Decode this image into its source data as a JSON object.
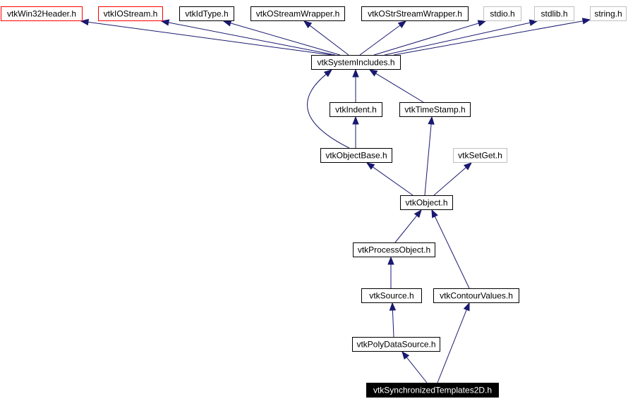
{
  "colors": {
    "edge": "#191970",
    "box_normal": "#000000",
    "box_missing": "#bfbfbf",
    "box_external": "#ff0000",
    "box_root_fill": "#000000",
    "box_root_text": "#ffffff"
  },
  "nodes": [
    {
      "id": "vtkWin32Header",
      "label": "vtkWin32Header.h",
      "style": "external"
    },
    {
      "id": "vtkIOStream",
      "label": "vtkIOStream.h",
      "style": "external"
    },
    {
      "id": "vtkIdType",
      "label": "vtkIdType.h",
      "style": "normal"
    },
    {
      "id": "vtkOStreamWrapper",
      "label": "vtkOStreamWrapper.h",
      "style": "normal"
    },
    {
      "id": "vtkOStrStreamWrapper",
      "label": "vtkOStrStreamWrapper.h",
      "style": "normal"
    },
    {
      "id": "stdio",
      "label": "stdio.h",
      "style": "missing"
    },
    {
      "id": "stdlib",
      "label": "stdlib.h",
      "style": "missing"
    },
    {
      "id": "string",
      "label": "string.h",
      "style": "missing"
    },
    {
      "id": "vtkSystemIncludes",
      "label": "vtkSystemIncludes.h",
      "style": "normal"
    },
    {
      "id": "vtkIndent",
      "label": "vtkIndent.h",
      "style": "normal"
    },
    {
      "id": "vtkTimeStamp",
      "label": "vtkTimeStamp.h",
      "style": "normal"
    },
    {
      "id": "vtkObjectBase",
      "label": "vtkObjectBase.h",
      "style": "normal"
    },
    {
      "id": "vtkSetGet",
      "label": "vtkSetGet.h",
      "style": "missing"
    },
    {
      "id": "vtkObject",
      "label": "vtkObject.h",
      "style": "normal"
    },
    {
      "id": "vtkProcessObject",
      "label": "vtkProcessObject.h",
      "style": "normal"
    },
    {
      "id": "vtkSource",
      "label": "vtkSource.h",
      "style": "normal"
    },
    {
      "id": "vtkContourValues",
      "label": "vtkContourValues.h",
      "style": "normal"
    },
    {
      "id": "vtkPolyDataSource",
      "label": "vtkPolyDataSource.h",
      "style": "normal"
    },
    {
      "id": "vtkSynchronizedTemplates2D",
      "label": "vtkSynchronizedTemplates2D.h",
      "style": "root"
    }
  ],
  "edges": [
    {
      "from": "vtkSystemIncludes",
      "to": "vtkWin32Header"
    },
    {
      "from": "vtkSystemIncludes",
      "to": "vtkIOStream"
    },
    {
      "from": "vtkSystemIncludes",
      "to": "vtkIdType"
    },
    {
      "from": "vtkSystemIncludes",
      "to": "vtkOStreamWrapper"
    },
    {
      "from": "vtkSystemIncludes",
      "to": "vtkOStrStreamWrapper"
    },
    {
      "from": "vtkSystemIncludes",
      "to": "stdio"
    },
    {
      "from": "vtkSystemIncludes",
      "to": "stdlib"
    },
    {
      "from": "vtkSystemIncludes",
      "to": "string"
    },
    {
      "from": "vtkIndent",
      "to": "vtkSystemIncludes"
    },
    {
      "from": "vtkTimeStamp",
      "to": "vtkSystemIncludes"
    },
    {
      "from": "vtkObjectBase",
      "to": "vtkSystemIncludes"
    },
    {
      "from": "vtkObjectBase",
      "to": "vtkIndent"
    },
    {
      "from": "vtkObject",
      "to": "vtkObjectBase"
    },
    {
      "from": "vtkObject",
      "to": "vtkTimeStamp"
    },
    {
      "from": "vtkObject",
      "to": "vtkSetGet"
    },
    {
      "from": "vtkProcessObject",
      "to": "vtkObject"
    },
    {
      "from": "vtkContourValues",
      "to": "vtkObject"
    },
    {
      "from": "vtkSource",
      "to": "vtkProcessObject"
    },
    {
      "from": "vtkPolyDataSource",
      "to": "vtkSource"
    },
    {
      "from": "vtkSynchronizedTemplates2D",
      "to": "vtkPolyDataSource"
    },
    {
      "from": "vtkSynchronizedTemplates2D",
      "to": "vtkContourValues"
    }
  ]
}
